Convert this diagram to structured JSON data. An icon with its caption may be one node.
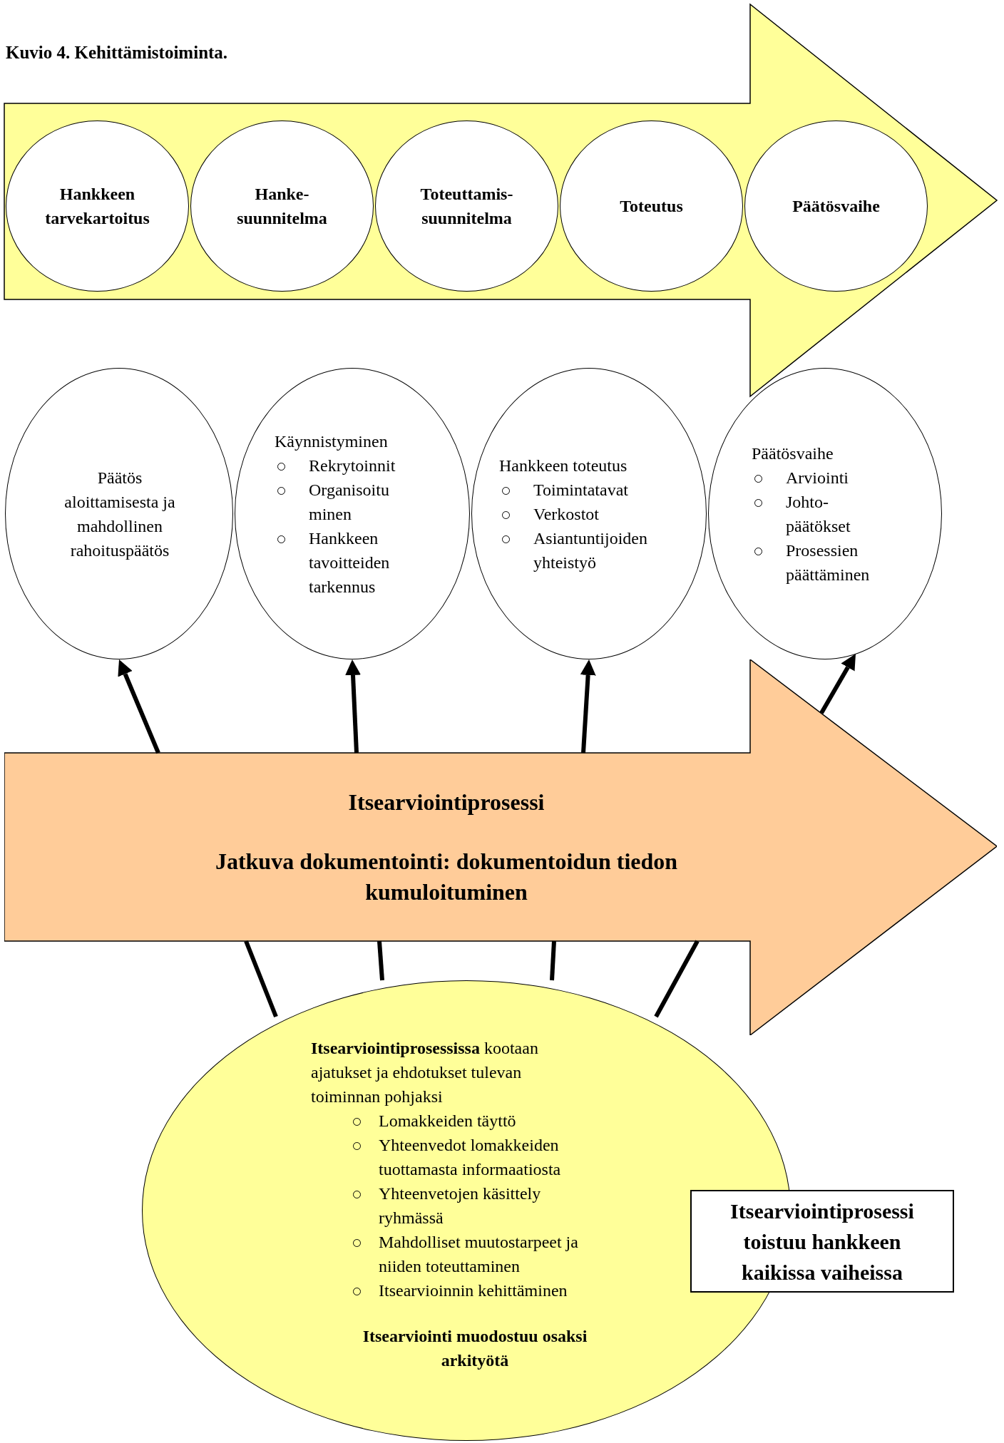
{
  "diagram": {
    "title": "Kuvio 4. Kehittämistoiminta.",
    "nodes": [
      {
        "text": [
          "Hankkeen tarvekartoitus"
        ]
      },
      {
        "text": [
          "Hanke- suunnitelma"
        ]
      },
      {
        "text": [
          "Toteuttamis- suunnitelma"
        ]
      },
      {
        "text": [
          "Toteutus"
        ]
      },
      {
        "text": [
          "Päätösvaihe"
        ]
      },
      {
        "text": [
          "Päätös aloittamisesta ja mahdollinen rahoituspäätös"
        ]
      },
      {
        "text": [
          "Käynnistyminen",
          "Rekrytoinnit",
          "Organisoitu minen",
          "Hankkeen tavoitteiden tarkennus"
        ]
      },
      {
        "text": [
          "Hankkeen toteutus",
          "Toimintatavat",
          "Verkostot",
          "Asiantuntijoiden yhteistyö"
        ]
      },
      {
        "text": [
          "Päätösvaihe",
          "Arviointi",
          "Johto- päätökset",
          "Prosessien päättäminen"
        ]
      },
      {
        "text": [
          "Itsearviointiprosessi",
          "Jatkuva dokumentointi: dokumentoidun tiedon kumuloituminen"
        ]
      },
      {
        "text": [
          "**Itsearviointiprosessissa** kootaan ajatukset ja ehdotukset tulevan toiminnan pohjaksi",
          "Lomakkeiden täyttö",
          "Yhteenvedot lomakkeiden tuottamasta informaatiosta",
          "Yhteenvetojen käsittely ryhmässä",
          "Mahdolliset muutostarpeet ja niiden toteuttaminen",
          "Itsearvioinnin kehittäminen",
          "Itsearviointi muodostuu osaksi arkityötä"
        ]
      },
      {
        "text": [
          "Itsearviointiprosessi toistuu hankkeen kaikissa vaiheissa"
        ]
      }
    ],
    "edges": [
      {
        "from": 9,
        "to": 5,
        "arrow": "to"
      },
      {
        "from": 9,
        "to": 6,
        "arrow": "to"
      },
      {
        "from": 9,
        "to": 7,
        "arrow": "to"
      },
      {
        "from": 9,
        "to": 8,
        "arrow": "to"
      },
      {
        "from": 10,
        "to": 9,
        "arrow": "none"
      },
      {
        "from": 10,
        "to": 9,
        "arrow": "none"
      },
      {
        "from": 10,
        "to": 9,
        "arrow": "none"
      },
      {
        "from": 10,
        "to": 9,
        "arrow": "none"
      }
    ]
  }
}
